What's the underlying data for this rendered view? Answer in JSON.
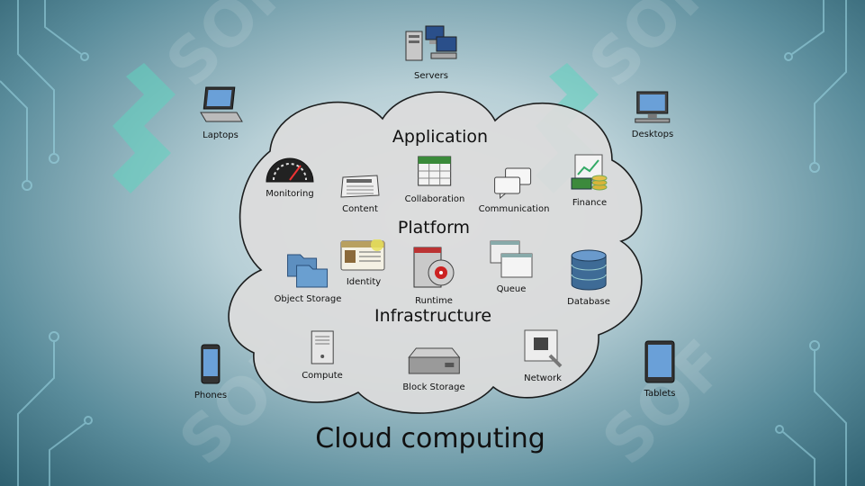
{
  "title": "Cloud computing",
  "layers": {
    "application": "Application",
    "platform": "Platform",
    "infrastructure": "Infrastructure"
  },
  "clients": {
    "servers": {
      "label": "Servers",
      "icon": "server-icon"
    },
    "laptops": {
      "label": "Laptops",
      "icon": "laptop-icon"
    },
    "desktops": {
      "label": "Desktops",
      "icon": "desktop-icon"
    },
    "phones": {
      "label": "Phones",
      "icon": "phone-icon"
    },
    "tablets": {
      "label": "Tablets",
      "icon": "tablet-icon"
    }
  },
  "application": {
    "monitoring": {
      "label": "Monitoring",
      "icon": "gauge-icon"
    },
    "content": {
      "label": "Content",
      "icon": "newspaper-icon"
    },
    "collaboration": {
      "label": "Collaboration",
      "icon": "calendar-icon"
    },
    "communication": {
      "label": "Communication",
      "icon": "chat-bubbles-icon"
    },
    "finance": {
      "label": "Finance",
      "icon": "money-chart-icon"
    }
  },
  "platform": {
    "object_storage": {
      "label": "Object Storage",
      "icon": "folders-icon"
    },
    "identity": {
      "label": "Identity",
      "icon": "id-card-icon"
    },
    "runtime": {
      "label": "Runtime",
      "icon": "runtime-disc-icon"
    },
    "queue": {
      "label": "Queue",
      "icon": "queue-windows-icon"
    },
    "database": {
      "label": "Database",
      "icon": "database-icon"
    }
  },
  "infrastructure": {
    "compute": {
      "label": "Compute",
      "icon": "tower-server-icon"
    },
    "block_storage": {
      "label": "Block Storage",
      "icon": "hard-drive-icon"
    },
    "network": {
      "label": "Network",
      "icon": "network-port-icon"
    }
  },
  "colors": {
    "cloud_fill": "#dcdcdc",
    "cloud_stroke": "#111111",
    "watermark": "#5fd3c0"
  }
}
